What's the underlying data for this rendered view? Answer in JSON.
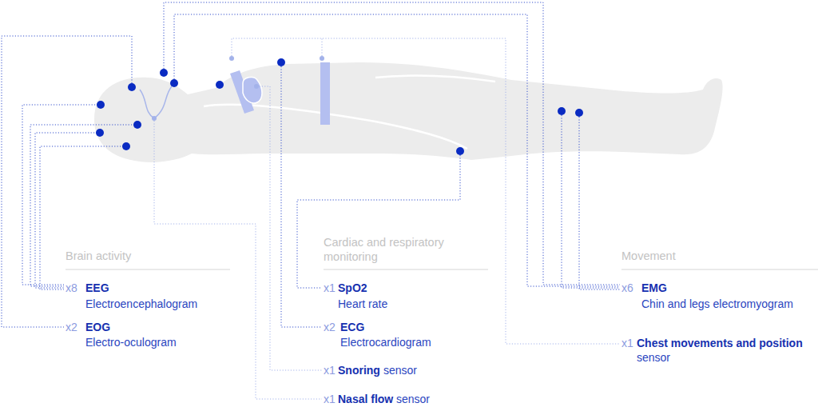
{
  "diagram": {
    "labels": [
      "Brain activity",
      "x8",
      "EEG",
      "Electroencephalogram",
      "x2",
      "EOG",
      "Electro-oculogram",
      "Cardiac and respiratory monitoring",
      "x1",
      "SpO2",
      "Heart rate",
      "x2",
      "ECG",
      "Electrocardiogram",
      "x1",
      "Snoring",
      "sensor",
      "x1",
      "Nasal flow",
      "sensor",
      "Movement",
      "x6",
      "EMG",
      "Chin and legs electromyogram",
      "x1",
      "Chest movements and position",
      "sensor"
    ]
  }
}
